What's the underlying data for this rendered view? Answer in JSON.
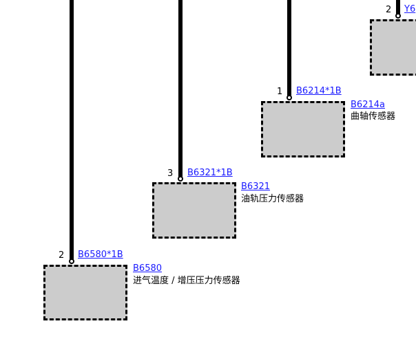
{
  "components": [
    {
      "pin": "2",
      "connector": "B6580*1B",
      "ref": "B6580",
      "desc": "进气温度 / 增压压力传感器"
    },
    {
      "pin": "3",
      "connector": "B6321*1B",
      "ref": "B6321",
      "desc": "油轨压力传感器"
    },
    {
      "pin": "1",
      "connector": "B6214*1B",
      "ref": "B6214a",
      "desc": "曲轴传感器"
    },
    {
      "pin": "2",
      "connector": "Y6"
    }
  ],
  "colors": {
    "wire": "#000000",
    "link": "#1a1aff",
    "component_fill": "#cccccc"
  }
}
